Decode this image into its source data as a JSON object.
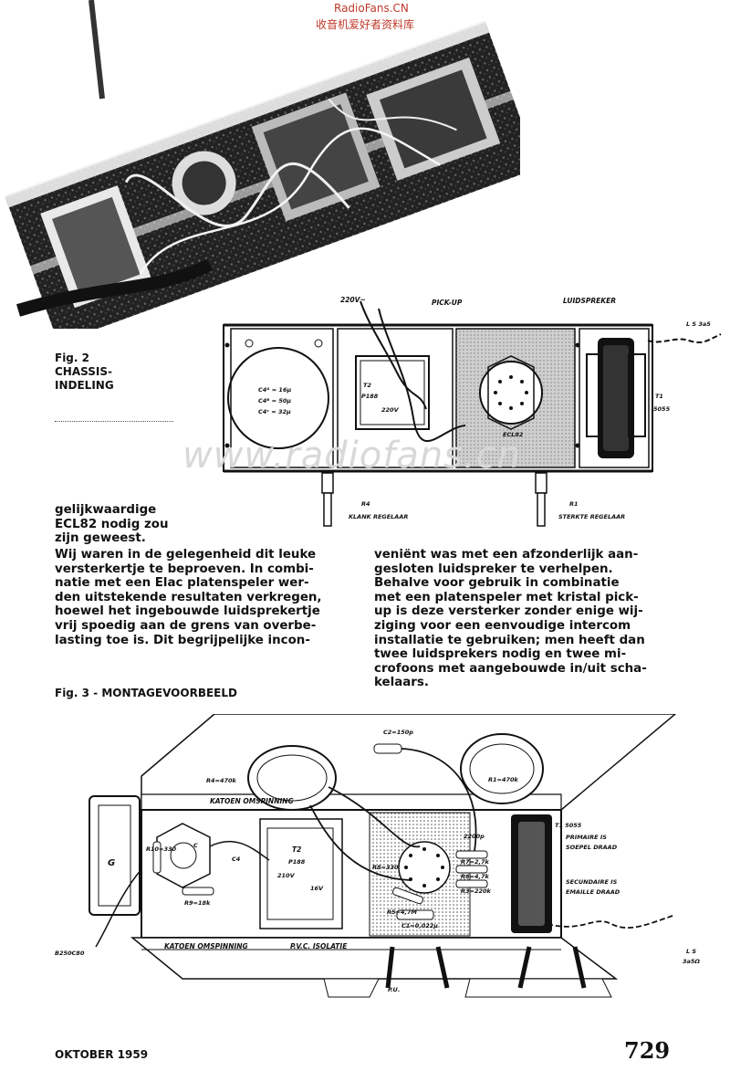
{
  "watermark_top": {
    "line1": "RadioFans.CN",
    "line2": "收音机爱好者资料库"
  },
  "watermark_mid": "www.radiofans.cn",
  "fig2": {
    "caption_line1": "Fig. 2",
    "caption_line2": "CHASSIS-",
    "caption_line3": "INDELING",
    "labels": {
      "v220": "220V~",
      "pickup": "PICK-UP",
      "luidspreker": "LUIDSPREKER",
      "ls": "L S 3a5",
      "c1": "C4ᴬ = 16µ",
      "c2": "C4ᴮ = 50µ",
      "c3": "C4ᶜ = 32µ",
      "t2": "T2",
      "p188": "P188",
      "v220b": "220V",
      "tube": "ECL82",
      "t1": "T1",
      "t1type": "5055",
      "r4": "R4",
      "r4name": "KLANK REGELAAR",
      "r1": "R1",
      "r1name": "STERKTE REGELAAR"
    }
  },
  "text_left_short": [
    "gelijkwaardige",
    "ECL82 nodig zou",
    "zijn geweest."
  ],
  "text_left": [
    "Wij waren in de gelegenheid dit leuke",
    "versterkertje te beproeven. In combi-",
    "natie met een Elac platenspeler wer-",
    "den uitstekende resultaten verkregen,",
    "hoewel het ingebouwde luidsprekertje",
    "vrij spoedig aan de grens van overbe-",
    "lasting toe is. Dit begrijpelijke incon-"
  ],
  "text_right": [
    "veniënt was met een afzonderlijk aan-",
    "gesloten luidspreker te verhelpen.",
    "Behalve voor gebruik in combinatie",
    "met een platenspeler met kristal pick-",
    "up is deze versterker zonder enige wij-",
    "ziging voor een eenvoudige intercom",
    "installatie te gebruiken; men heeft dan",
    "twee luidsprekers nodig en twee mi-",
    "crofoons met aangebouwde in/uit scha-",
    "kelaars."
  ],
  "fig3": {
    "caption": "Fig. 3 - MONTAGEVOORBEELD",
    "labels": {
      "c2": "C2=150p",
      "r4": "R4=470k",
      "r1": "R1=470k",
      "katoen1": "KATOEN OMSPINNING",
      "katoen2": "KATOEN OMSPINNING",
      "pvc": "P.V.C. ISOLATIE",
      "g": "G",
      "r10": "R10=330",
      "r9": "R9=18k",
      "c": "C",
      "c4": "C4",
      "t2": "T2",
      "p188": "P188",
      "v210": "210V",
      "v16": "16V",
      "r8": "R8=330",
      "r5": "R5=4,7M",
      "c1": "C1=0,022µ",
      "r7": "R7=2,7k",
      "r6": "R6=4,7k",
      "r3": "R3=220k",
      "c220": "2200p",
      "t1": "T1 5055",
      "primaire1": "PRIMAIRE IS",
      "primaire2": "SOEPEL DRAAD",
      "sec1": "SECUNDAIRE IS",
      "sec2": "EMAILLE DRAAD",
      "b250": "B250C80",
      "pu": "P.U.",
      "ls": "L S",
      "ls2": "3a5Ω"
    }
  },
  "footer": {
    "month": "OKTOBER 1959",
    "page": "729"
  }
}
